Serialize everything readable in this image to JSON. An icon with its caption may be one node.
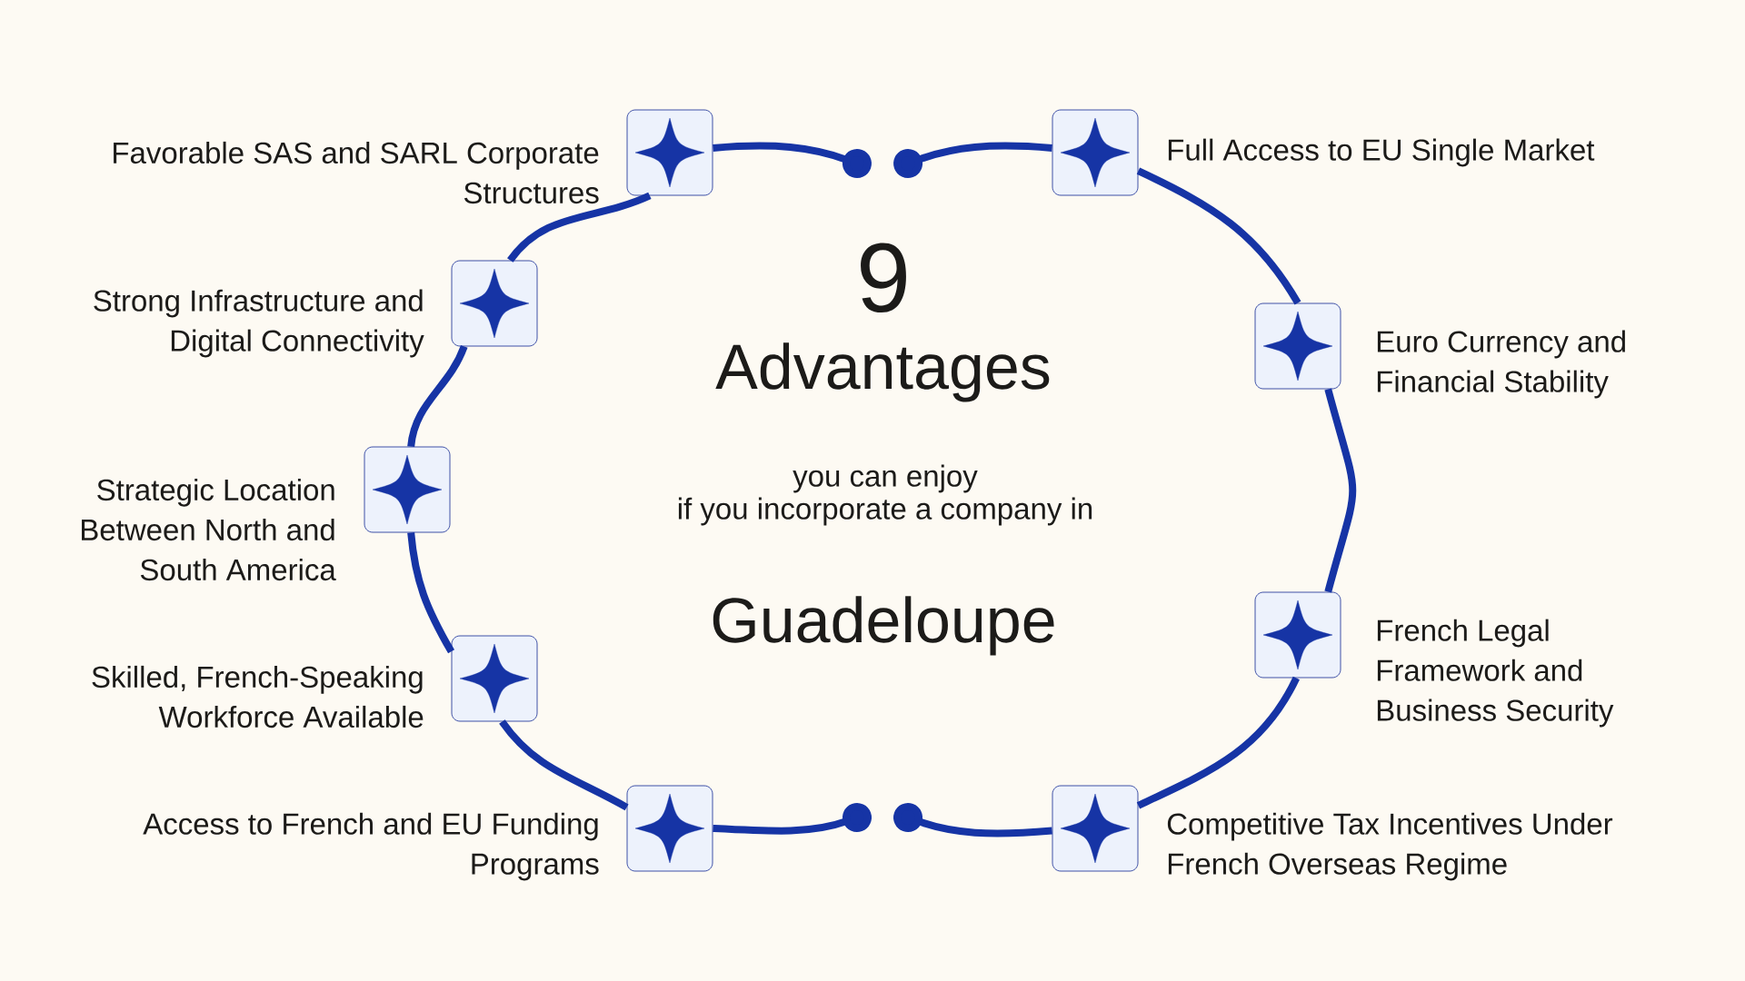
{
  "diagram": {
    "nodes": [
      {
        "text": [
          "Favorable SAS and SARL Corporate Structures"
        ]
      },
      {
        "text": [
          "Strong Infrastructure and Digital Connectivity"
        ]
      },
      {
        "text": [
          "Strategic Location Between North and South America"
        ]
      },
      {
        "text": [
          "Skilled, French-Speaking Workforce Available"
        ]
      },
      {
        "text": [
          "Access to French and EU Funding Programs"
        ]
      },
      {
        "text": [
          "Full Access to EU Single Market"
        ]
      },
      {
        "text": [
          "Euro Currency and Financial Stability"
        ]
      },
      {
        "text": [
          "French Legal Framework and Business Security"
        ]
      },
      {
        "text": [
          "Competitive Tax Incentives Under French Overseas Regime"
        ]
      }
    ],
    "edges": [
      {
        "from": 0,
        "to": null,
        "arrow": "other"
      },
      {
        "from": 0,
        "to": 1,
        "arrow": "none"
      },
      {
        "from": 1,
        "to": 2,
        "arrow": "none"
      },
      {
        "from": 2,
        "to": 3,
        "arrow": "none"
      },
      {
        "from": 3,
        "to": 4,
        "arrow": "none"
      },
      {
        "from": 4,
        "to": null,
        "arrow": "other"
      },
      {
        "from": 5,
        "to": null,
        "arrow": "other"
      },
      {
        "from": 5,
        "to": 6,
        "arrow": "none"
      },
      {
        "from": 6,
        "to": 7,
        "arrow": "none"
      },
      {
        "from": 7,
        "to": 8,
        "arrow": "none"
      },
      {
        "from": 8,
        "to": null,
        "arrow": "other"
      }
    ],
    "labels": [
      "9",
      "Advantages",
      "you can enjoy if you incorporate a company in",
      "Guadeloupe"
    ]
  }
}
